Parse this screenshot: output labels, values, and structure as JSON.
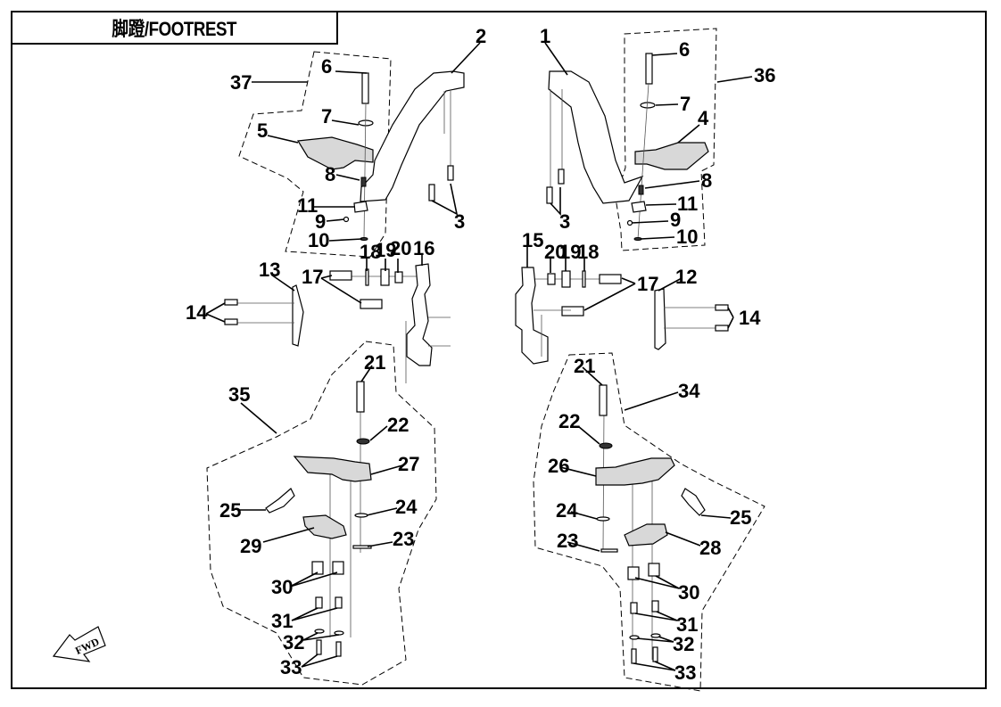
{
  "title": "脚蹬/FOOTREST",
  "fwd_label": "FWD",
  "groups": [
    {
      "id": "37",
      "label": "37",
      "side": "front-left"
    },
    {
      "id": "36",
      "label": "36",
      "side": "front-right"
    },
    {
      "id": "35",
      "label": "35",
      "side": "rear-left"
    },
    {
      "id": "34",
      "label": "34",
      "side": "rear-right"
    }
  ],
  "callouts": [
    {
      "id": "c2",
      "label": "2"
    },
    {
      "id": "c1",
      "label": "1"
    },
    {
      "id": "c6L",
      "label": "6"
    },
    {
      "id": "c6R",
      "label": "6"
    },
    {
      "id": "c37",
      "label": "37"
    },
    {
      "id": "c36",
      "label": "36"
    },
    {
      "id": "c7L",
      "label": "7"
    },
    {
      "id": "c7R",
      "label": "7"
    },
    {
      "id": "c5",
      "label": "5"
    },
    {
      "id": "c4",
      "label": "4"
    },
    {
      "id": "c8L",
      "label": "8"
    },
    {
      "id": "c8R",
      "label": "8"
    },
    {
      "id": "c3L",
      "label": "3"
    },
    {
      "id": "c3R",
      "label": "3"
    },
    {
      "id": "c11L",
      "label": "11"
    },
    {
      "id": "c11R",
      "label": "11"
    },
    {
      "id": "c9L",
      "label": "9"
    },
    {
      "id": "c9R",
      "label": "9"
    },
    {
      "id": "c10L",
      "label": "10"
    },
    {
      "id": "c10R",
      "label": "10"
    },
    {
      "id": "c18L",
      "label": "18"
    },
    {
      "id": "c19L",
      "label": "19"
    },
    {
      "id": "c20L",
      "label": "20"
    },
    {
      "id": "c16",
      "label": "16"
    },
    {
      "id": "c15",
      "label": "15"
    },
    {
      "id": "c20R",
      "label": "20"
    },
    {
      "id": "c19R",
      "label": "19"
    },
    {
      "id": "c18R",
      "label": "18"
    },
    {
      "id": "c13",
      "label": "13"
    },
    {
      "id": "c17L",
      "label": "17"
    },
    {
      "id": "c17R",
      "label": "17"
    },
    {
      "id": "c12",
      "label": "12"
    },
    {
      "id": "c14L",
      "label": "14"
    },
    {
      "id": "c14R",
      "label": "14"
    },
    {
      "id": "c21L",
      "label": "21"
    },
    {
      "id": "c21R",
      "label": "21"
    },
    {
      "id": "c35",
      "label": "35"
    },
    {
      "id": "c34",
      "label": "34"
    },
    {
      "id": "c22L",
      "label": "22"
    },
    {
      "id": "c22R",
      "label": "22"
    },
    {
      "id": "c27",
      "label": "27"
    },
    {
      "id": "c26",
      "label": "26"
    },
    {
      "id": "c25L",
      "label": "25"
    },
    {
      "id": "c25R",
      "label": "25"
    },
    {
      "id": "c24L",
      "label": "24"
    },
    {
      "id": "c24R",
      "label": "24"
    },
    {
      "id": "c29",
      "label": "29"
    },
    {
      "id": "c28",
      "label": "28"
    },
    {
      "id": "c23L",
      "label": "23"
    },
    {
      "id": "c23R",
      "label": "23"
    },
    {
      "id": "c30L",
      "label": "30"
    },
    {
      "id": "c30R",
      "label": "30"
    },
    {
      "id": "c31L",
      "label": "31"
    },
    {
      "id": "c31R",
      "label": "31"
    },
    {
      "id": "c32L",
      "label": "32"
    },
    {
      "id": "c32R",
      "label": "32"
    },
    {
      "id": "c33L",
      "label": "33"
    },
    {
      "id": "c33R",
      "label": "33"
    }
  ]
}
